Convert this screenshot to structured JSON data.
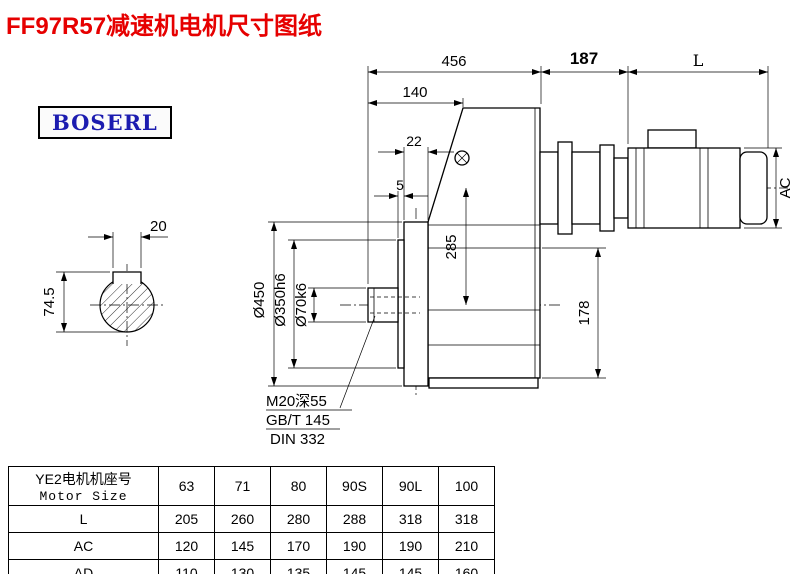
{
  "title": "FF97R57减速机电机尺寸图纸",
  "brand": "BOSERL",
  "dims": {
    "overall_456": "456",
    "adapter_187": "187",
    "motor_L": "L",
    "front_140": "140",
    "flange_22": "22",
    "spigot_5": "5",
    "key_20": "20",
    "shaft_74_5": "74.5",
    "axis_285": "285",
    "flange_od": "Ø450",
    "spigot_dia": "Ø350h6",
    "shaft_dia": "Ø70k6",
    "foot_178": "178",
    "motor_ac": "AC"
  },
  "notes": {
    "tap": "M20深55",
    "std1": "GB/T 145",
    "std2": "DIN 332"
  },
  "table": {
    "header_cn": "YE2电机机座号",
    "header_en": "Motor Size",
    "sizes": [
      "63",
      "71",
      "80",
      "90S",
      "90L",
      "100"
    ],
    "rows": [
      {
        "label": "L",
        "values": [
          "205",
          "260",
          "280",
          "288",
          "318",
          "318"
        ]
      },
      {
        "label": "AC",
        "values": [
          "120",
          "145",
          "170",
          "190",
          "190",
          "210"
        ]
      },
      {
        "label": "AD",
        "values": [
          "110",
          "130",
          "135",
          "145",
          "145",
          "160"
        ]
      }
    ]
  }
}
